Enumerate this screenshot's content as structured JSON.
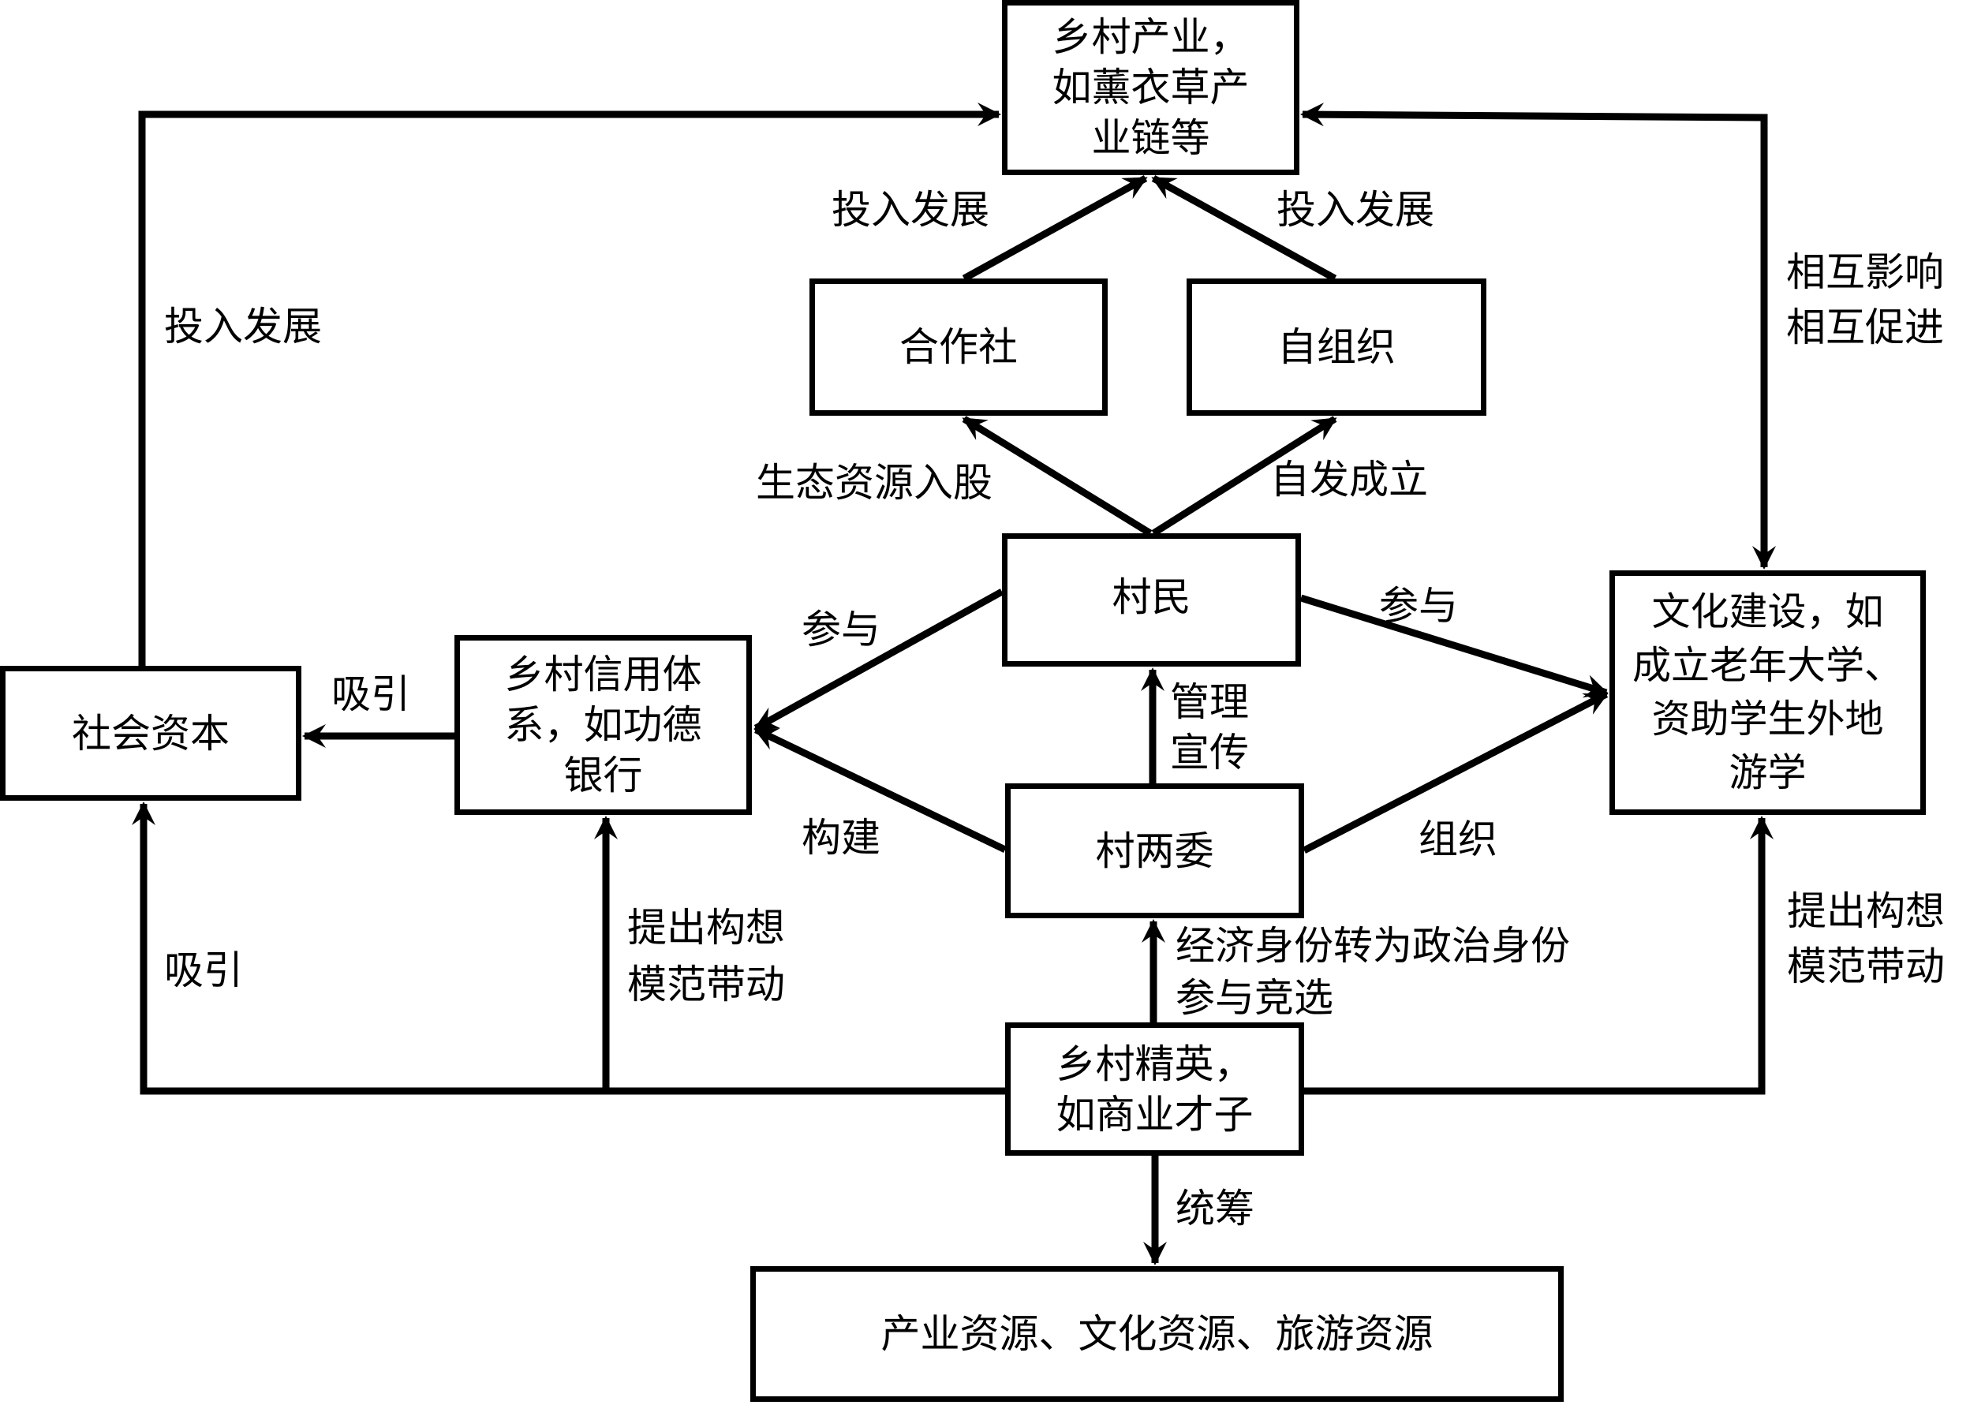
{
  "diagram": {
    "type": "flowchart",
    "stroke_color": "#000000",
    "background": "#ffffff",
    "nodes": {
      "rural_industry": "乡村产业，\n如薰衣草产\n业链等",
      "cooperative": "合作社",
      "self_organization": "自组织",
      "villagers": "村民",
      "village_committees": "村两委",
      "credit_system": "乡村信用体\n系，如功德\n银行",
      "social_capital": "社会资本",
      "cultural_construction": "文化建设，如\n成立老年大学、\n资助学生外地\n游学",
      "rural_elite": "乡村精英，\n如商业才子",
      "resources": "产业资源、文化资源、旅游资源"
    },
    "edge_labels": {
      "social_capital_to_industry": "投入发展",
      "coop_to_industry": "投入发展",
      "selforg_to_industry": "投入发展",
      "industry_culture_mutual": "相互影响\n相互促进",
      "villagers_to_coop": "生态资源入股",
      "villagers_to_selforg": "自发成立",
      "villagers_to_credit": "参与",
      "villagers_to_culture": "参与",
      "credit_to_social_capital": "吸引",
      "committees_to_villagers": "管理\n宣传",
      "committees_to_credit": "构建",
      "committees_to_culture": "组织",
      "elite_to_committees": "经济身份转为政治身份\n参与竞选",
      "elite_to_social_capital": "吸引",
      "elite_to_credit": "提出构想\n模范带动",
      "elite_to_culture": "提出构想\n模范带动",
      "elite_to_resources": "统筹"
    },
    "edges": [
      {
        "from": "social_capital",
        "to": "rural_industry",
        "label": "投入发展"
      },
      {
        "from": "cooperative",
        "to": "rural_industry",
        "label": "投入发展"
      },
      {
        "from": "self_organization",
        "to": "rural_industry",
        "label": "投入发展"
      },
      {
        "from": "rural_industry",
        "to": "cultural_construction",
        "label": "相互影响 相互促进",
        "bidirectional": true
      },
      {
        "from": "villagers",
        "to": "cooperative",
        "label": "生态资源入股"
      },
      {
        "from": "villagers",
        "to": "self_organization",
        "label": "自发成立"
      },
      {
        "from": "villagers",
        "to": "credit_system",
        "label": "参与"
      },
      {
        "from": "villagers",
        "to": "cultural_construction",
        "label": "参与"
      },
      {
        "from": "credit_system",
        "to": "social_capital",
        "label": "吸引"
      },
      {
        "from": "village_committees",
        "to": "villagers",
        "label": "管理 宣传"
      },
      {
        "from": "village_committees",
        "to": "credit_system",
        "label": "构建"
      },
      {
        "from": "village_committees",
        "to": "cultural_construction",
        "label": "组织"
      },
      {
        "from": "rural_elite",
        "to": "village_committees",
        "label": "经济身份转为政治身份 参与竞选"
      },
      {
        "from": "rural_elite",
        "to": "social_capital",
        "label": "吸引"
      },
      {
        "from": "rural_elite",
        "to": "credit_system",
        "label": "提出构想 模范带动"
      },
      {
        "from": "rural_elite",
        "to": "cultural_construction",
        "label": "提出构想 模范带动"
      },
      {
        "from": "rural_elite",
        "to": "resources",
        "label": "统筹"
      }
    ]
  }
}
